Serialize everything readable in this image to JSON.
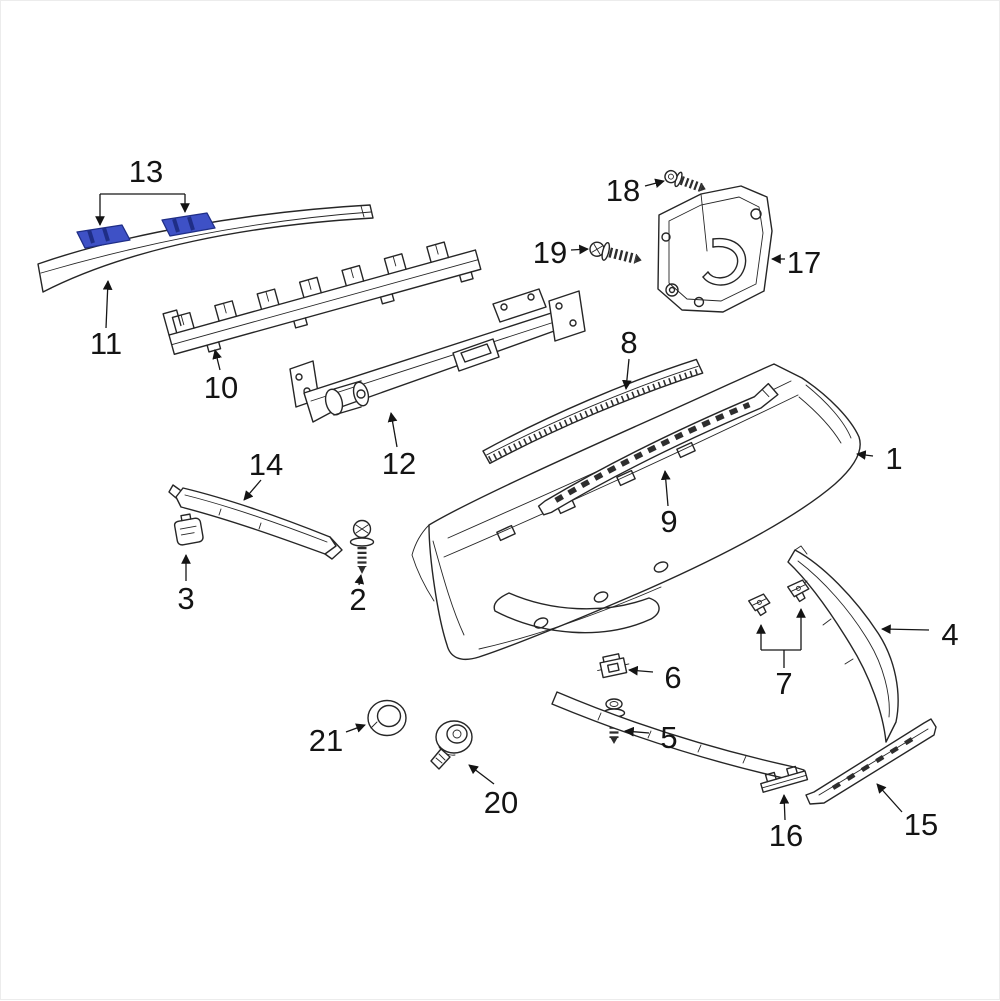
{
  "diagram": {
    "background": "#ffffff",
    "line_color": "#262626",
    "highlight_color": "#3e51c6",
    "callouts": [
      {
        "label": "1"
      },
      {
        "label": "2"
      },
      {
        "label": "3"
      },
      {
        "label": "4"
      },
      {
        "label": "5"
      },
      {
        "label": "6"
      },
      {
        "label": "7"
      },
      {
        "label": "8"
      },
      {
        "label": "9"
      },
      {
        "label": "10"
      },
      {
        "label": "11"
      },
      {
        "label": "12"
      },
      {
        "label": "13"
      },
      {
        "label": "14"
      },
      {
        "label": "15"
      },
      {
        "label": "16"
      },
      {
        "label": "17"
      },
      {
        "label": "18"
      },
      {
        "label": "19"
      },
      {
        "label": "20"
      },
      {
        "label": "21"
      }
    ]
  }
}
